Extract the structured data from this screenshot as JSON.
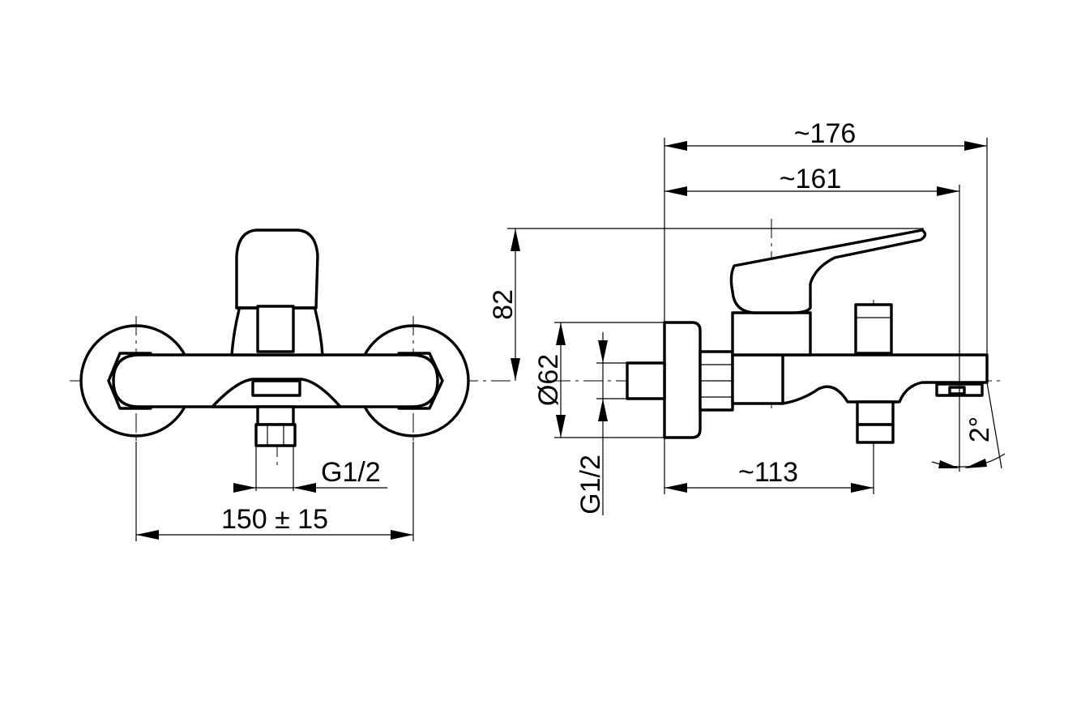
{
  "dimensions": {
    "front_width": "150 ± 15",
    "front_thread": "G1/2",
    "side_total_length": "~176",
    "side_spout_length": "~161",
    "side_height": "82",
    "side_flange_diameter": "Ø62",
    "side_thread": "G1/2",
    "side_outlet_distance": "~113",
    "spout_angle": "2°"
  }
}
